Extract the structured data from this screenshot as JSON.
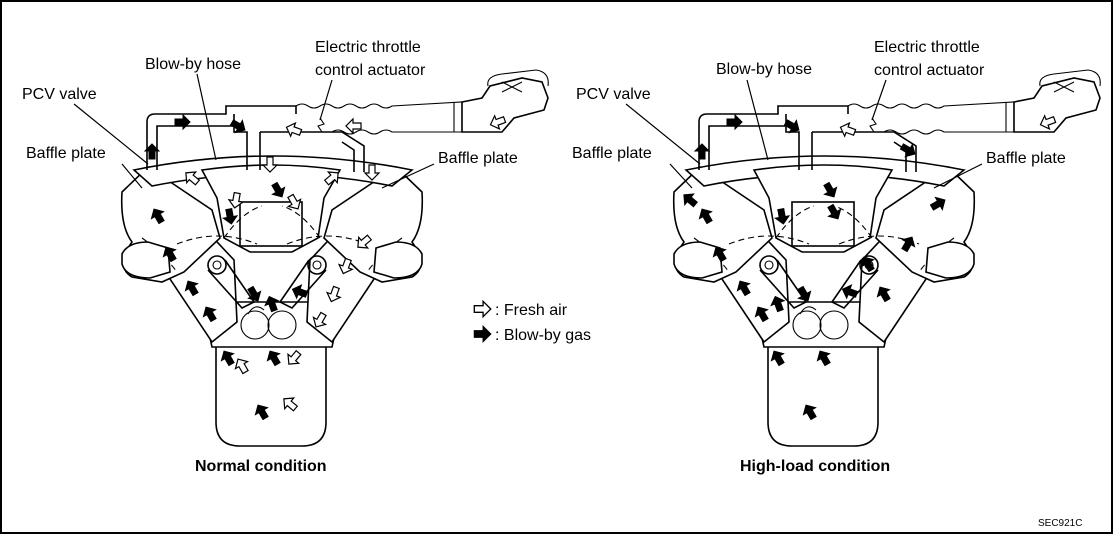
{
  "labels": {
    "pcv_valve": "PCV valve",
    "blowby_hose": "Blow-by hose",
    "etc_line1": "Electric throttle",
    "etc_line2": "control actuator",
    "baffle_plate": "Baffle plate"
  },
  "panels": {
    "left": {
      "caption": "Normal condition"
    },
    "right": {
      "caption": "High-load condition"
    }
  },
  "legend": {
    "fresh_air": ": Fresh air",
    "blowby_gas": ": Blow-by gas"
  },
  "figure_code": "SEC921C"
}
